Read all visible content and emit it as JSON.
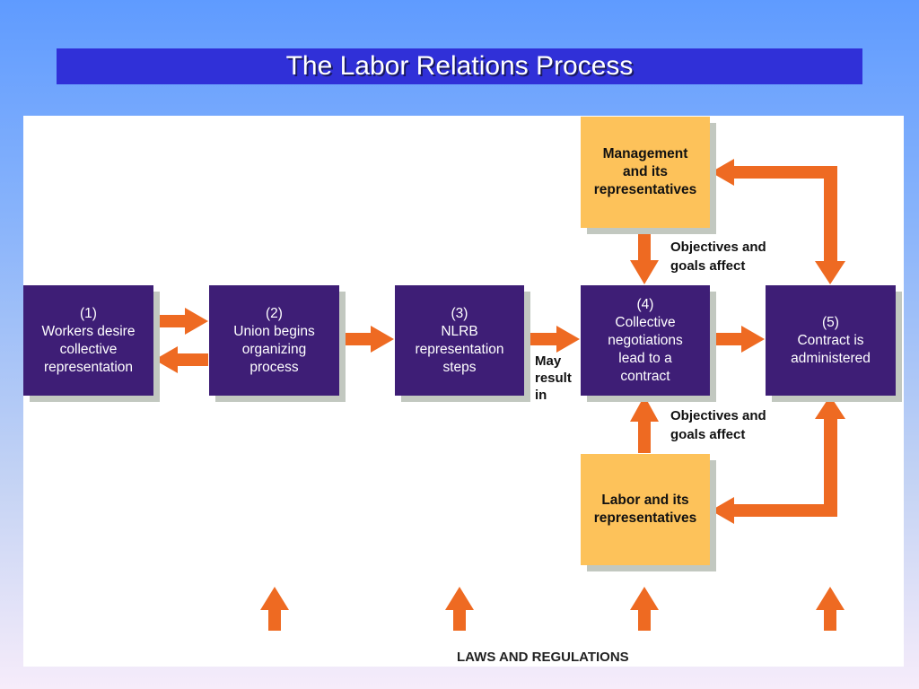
{
  "title": "The Labor Relations Process",
  "boxes": {
    "workers": "(1)\nWorkers desire\ncollective\nrepresentation",
    "union": "(2)\nUnion begins\norganizing\nprocess",
    "nlrb": "(3)\nNLRB\nrepresentation\nsteps",
    "negotiations": "(4)\nCollective\nnegotiations\nlead to a\ncontract",
    "contract": "(5)\nContract is\nadministered",
    "management": "Management\nand its\nrepresentatives",
    "labor": "Labor and its\nrepresentatives"
  },
  "labels": {
    "objectives_top": "Objectives and\ngoals affect",
    "objectives_bottom": "Objectives and\ngoals affect",
    "may_result": "May\nresult\nin",
    "laws": "LAWS AND REGULATIONS"
  },
  "colors": {
    "box_purple": "#3e1e76",
    "box_yellow": "#fdc25a",
    "arrow": "#ee6a22",
    "title_bar": "#3030d8"
  }
}
